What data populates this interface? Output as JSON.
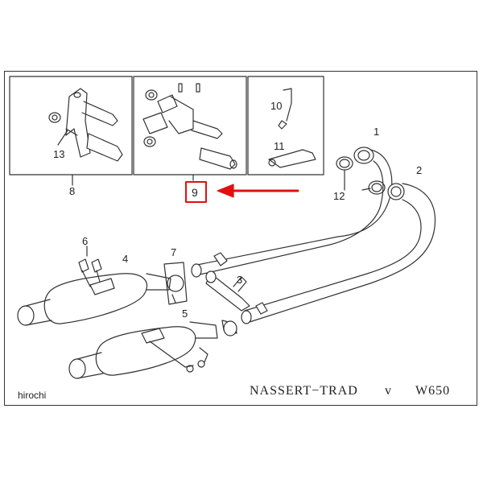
{
  "callouts": {
    "c1": "1",
    "c2": "2",
    "c3": "3",
    "c4": "4",
    "c5": "5",
    "c6": "6",
    "c7": "7",
    "c8": "8",
    "c9": "9",
    "c10": "10",
    "c11": "11",
    "c12": "12",
    "c13": "13"
  },
  "title": {
    "model_name": "NASSERT−TRAD",
    "version_mark": "v",
    "model_code": "W650"
  },
  "brand_label": "hirochi",
  "colors": {
    "highlight": "#e01010",
    "line": "#333333"
  },
  "icons": {
    "arrow": "red-left-arrow",
    "highlight_box": "red-square-frame"
  }
}
